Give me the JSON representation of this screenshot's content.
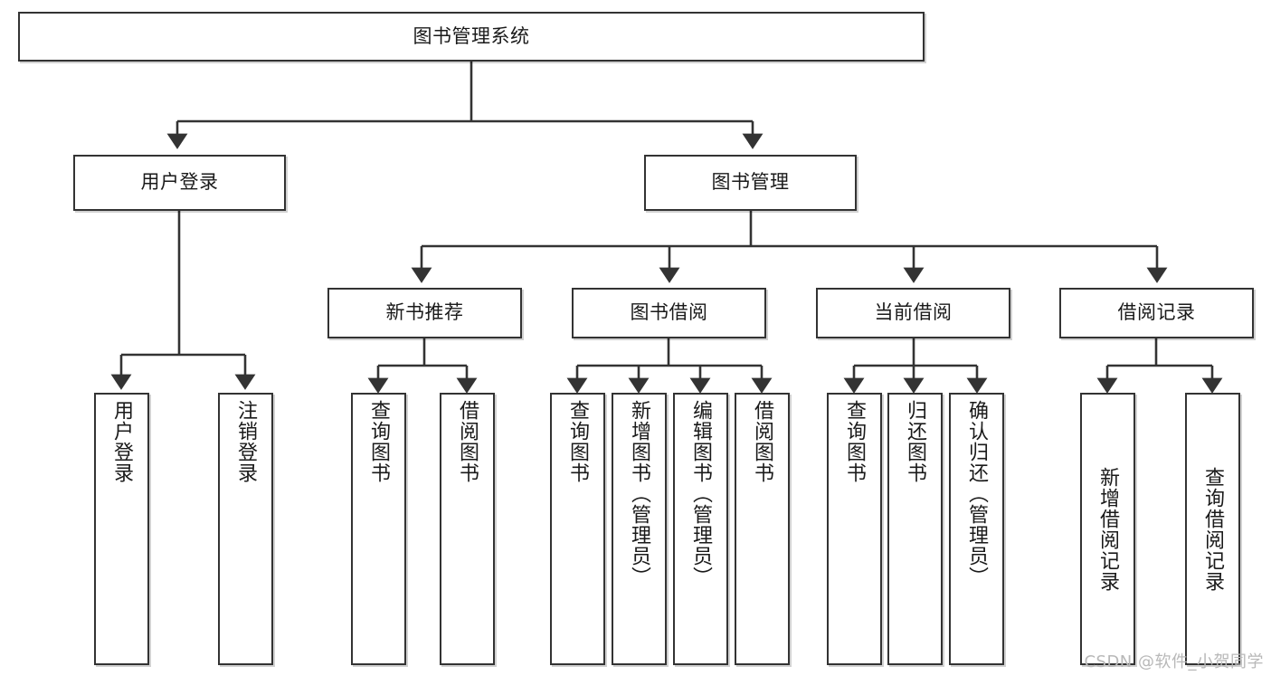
{
  "diagram": {
    "type": "tree-hierarchy",
    "title": "图书管理系统",
    "watermark": "CSDN @软件_小贺同学",
    "colors": {
      "box_border": "#333333",
      "box_fill": "#ffffff",
      "connector": "#333333",
      "text": "#1a1a1a",
      "watermark": "#b8b8b8"
    },
    "root": {
      "id": "root",
      "label": "图书管理系统"
    },
    "level2": [
      {
        "id": "user-login",
        "label": "用户登录"
      },
      {
        "id": "book-management",
        "label": "图书管理"
      }
    ],
    "level3": [
      {
        "id": "new-book-recommend",
        "label": "新书推荐",
        "parent": "book-management"
      },
      {
        "id": "book-borrow",
        "label": "图书借阅",
        "parent": "book-management"
      },
      {
        "id": "current-borrow",
        "label": "当前借阅",
        "parent": "book-management"
      },
      {
        "id": "borrow-record",
        "label": "借阅记录",
        "parent": "book-management"
      }
    ],
    "leaves": [
      {
        "id": "leaf-user-login",
        "label": "用户登录",
        "parent": "user-login"
      },
      {
        "id": "leaf-logout-login",
        "label": "注销登录",
        "parent": "user-login"
      },
      {
        "id": "leaf-query-book-1",
        "label": "查询图书",
        "parent": "new-book-recommend"
      },
      {
        "id": "leaf-borrow-book-1",
        "label": "借阅图书",
        "parent": "new-book-recommend"
      },
      {
        "id": "leaf-query-book-2",
        "label": "查询图书",
        "parent": "book-borrow"
      },
      {
        "id": "leaf-add-book",
        "label": "新增图书（管理员）",
        "parent": "book-borrow"
      },
      {
        "id": "leaf-edit-book",
        "label": "编辑图书（管理员）",
        "parent": "book-borrow"
      },
      {
        "id": "leaf-borrow-book-2",
        "label": "借阅图书",
        "parent": "book-borrow"
      },
      {
        "id": "leaf-query-book-3",
        "label": "查询图书",
        "parent": "current-borrow"
      },
      {
        "id": "leaf-return-book",
        "label": "归还图书",
        "parent": "current-borrow"
      },
      {
        "id": "leaf-confirm-return",
        "label": "确认归还（管理员）",
        "parent": "current-borrow"
      },
      {
        "id": "leaf-add-record",
        "label": "新增借阅记录",
        "parent": "borrow-record"
      },
      {
        "id": "leaf-query-record",
        "label": "查询借阅记录",
        "parent": "borrow-record"
      }
    ]
  }
}
